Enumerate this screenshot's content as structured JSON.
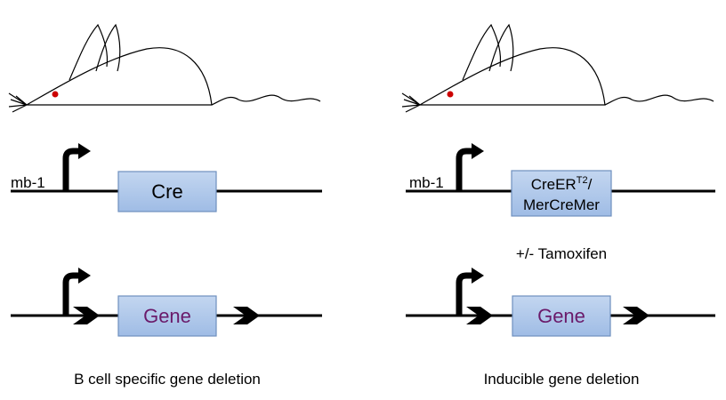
{
  "left_panel": {
    "promoter_label": "mb-1",
    "cre_label": "Cre",
    "gene_label": "Gene",
    "caption": "B cell specific gene deletion"
  },
  "right_panel": {
    "promoter_label": "mb-1",
    "cre_label_line1_base": "CreER",
    "cre_label_line1_sup": "T2",
    "cre_label_line1_tail": "/",
    "cre_label_line2": "MerCreMer",
    "treatment_label": "+/- Tamoxifen",
    "gene_label": "Gene",
    "caption": "Inducible gene deletion"
  },
  "colors": {
    "box_fill": "#a9c4e8",
    "box_stroke": "#6f90bf",
    "gene_text": "#6a1a6a",
    "mouse_eye": "#cc0000",
    "line": "#000000"
  }
}
